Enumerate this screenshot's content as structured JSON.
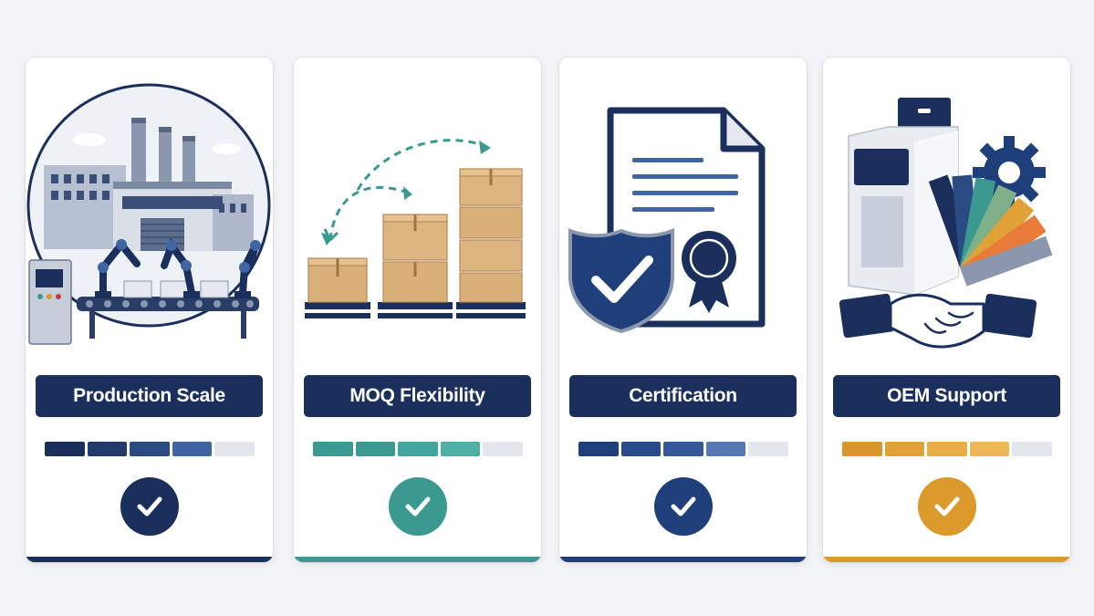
{
  "cards": [
    {
      "label": "Production Scale",
      "icon": "factory-icon",
      "accent": "#1a2f5c",
      "progress": {
        "filled": 4,
        "total": 5
      },
      "segment_colors": [
        "#1a2f5c",
        "#213a6b",
        "#2a4a82",
        "#3f66a3",
        "#e3e6eb"
      ]
    },
    {
      "label": "MOQ Flexibility",
      "icon": "boxes-icon",
      "accent": "#3a9a91",
      "progress": {
        "filled": 4,
        "total": 5
      },
      "segment_colors": [
        "#3a9a91",
        "#3a9a91",
        "#43a69c",
        "#4fb0a6",
        "#e3e6eb"
      ]
    },
    {
      "label": "Certification",
      "icon": "certificate-shield-icon",
      "accent": "#1f3f7a",
      "progress": {
        "filled": 4,
        "total": 5
      },
      "segment_colors": [
        "#1f3f7a",
        "#264a8a",
        "#34589a",
        "#5578b3",
        "#e3e6eb"
      ]
    },
    {
      "label": "OEM Support",
      "icon": "oem-packaging-icon",
      "accent": "#dc9a2c",
      "progress": {
        "filled": 4,
        "total": 5
      },
      "segment_colors": [
        "#d8962a",
        "#e0a236",
        "#e8ad45",
        "#eeb758",
        "#e3e6eb"
      ]
    }
  ]
}
